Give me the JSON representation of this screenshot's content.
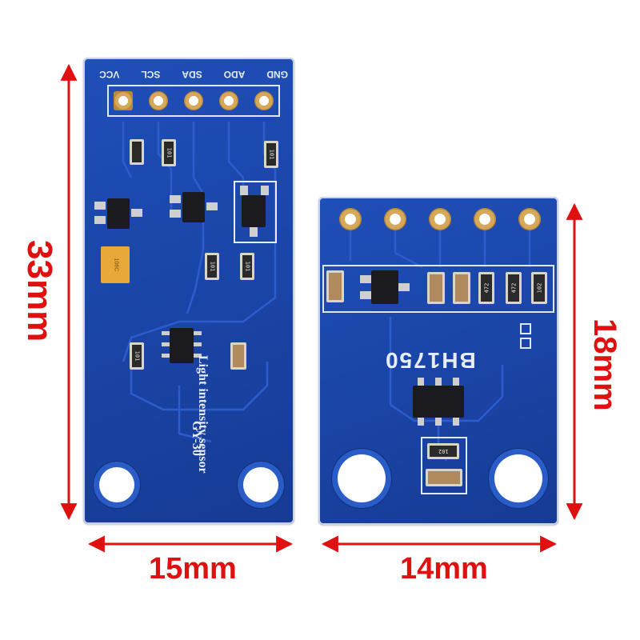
{
  "board_left": {
    "pin_labels": [
      "GND",
      "ADO",
      "SDA",
      "SCL",
      "VCC"
    ],
    "title_text": "Light intensity sensor",
    "model": "GY-30",
    "resistor_codes": [
      "101",
      "101",
      "101",
      "101",
      "101"
    ],
    "tantalum_marking": "106C"
  },
  "board_right": {
    "chip_name": "BH1750",
    "resistor_codes": [
      "472",
      "472",
      "102",
      "102"
    ]
  },
  "dimensions": {
    "left_height": "33mm",
    "left_width": "15mm",
    "right_height": "18mm",
    "right_width": "14mm"
  },
  "colors": {
    "pcb": "#1a44a6",
    "dimension": "#e01010"
  }
}
